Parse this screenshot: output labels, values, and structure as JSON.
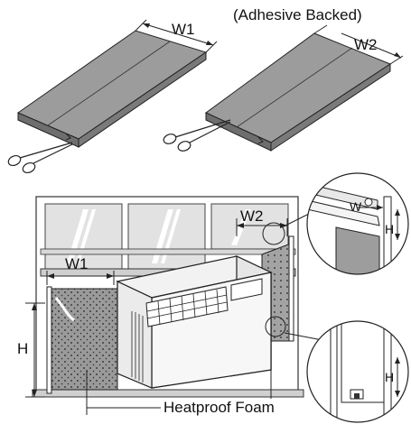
{
  "labels": {
    "adhesive_note": "(Adhesive Backed)",
    "w1_top": "W1",
    "w2_top": "W2",
    "w2_window": "W2",
    "w1_window": "W1",
    "h_left": "H",
    "w_inset": "W",
    "h_inset_top": "H",
    "h_inset_bottom": "H",
    "foam_label": "Heatproof Foam"
  }
}
